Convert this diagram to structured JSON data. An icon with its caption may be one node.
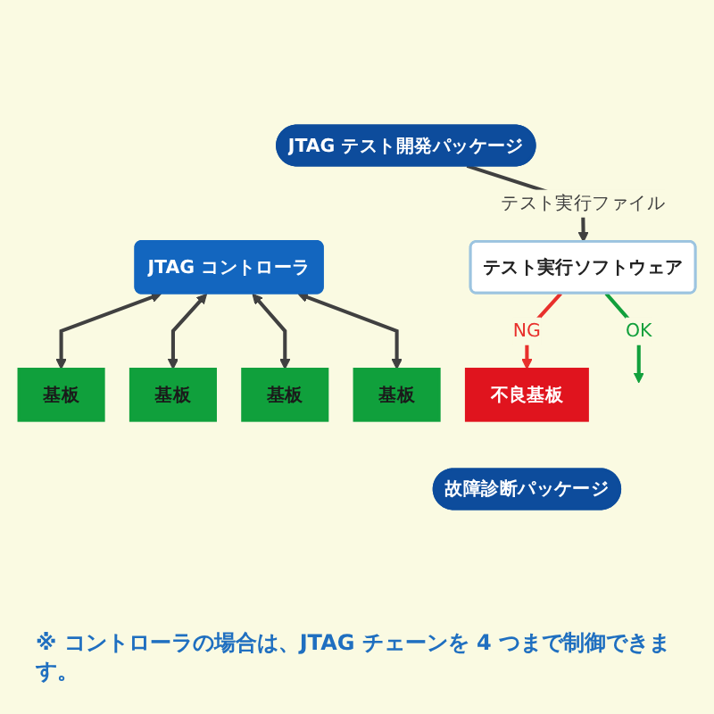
{
  "diagram": {
    "nodes": [
      {
        "text": [
          "JTAG テスト開発パッケージ"
        ]
      },
      {
        "text": [
          "テスト実行ソフトウェア"
        ]
      },
      {
        "text": [
          "JTAG コントローラ"
        ]
      },
      {
        "text": [
          "基板"
        ]
      },
      {
        "text": [
          "基板"
        ]
      },
      {
        "text": [
          "基板"
        ]
      },
      {
        "text": [
          "基板"
        ]
      },
      {
        "text": [
          "不良基板"
        ]
      },
      {
        "text": [
          "故障診断パッケージ"
        ]
      }
    ],
    "edges": [
      {
        "from": 0,
        "to": 1,
        "arrow": "to",
        "label": "テスト実行ファイル"
      },
      {
        "from": 1,
        "to": 7,
        "arrow": "to",
        "label": "NG",
        "color": "#e8302c"
      },
      {
        "from": 1,
        "to": null,
        "arrow": "to",
        "label": "OK",
        "color": "#12a03c"
      },
      {
        "from": 2,
        "to": 3,
        "arrow": "both"
      },
      {
        "from": 2,
        "to": 4,
        "arrow": "both"
      },
      {
        "from": 2,
        "to": 5,
        "arrow": "both"
      },
      {
        "from": 2,
        "to": 6,
        "arrow": "both"
      }
    ],
    "labels": [
      "※ コントローラの場合は、JTAG チェーンを 4 つまで制御できます。"
    ]
  }
}
